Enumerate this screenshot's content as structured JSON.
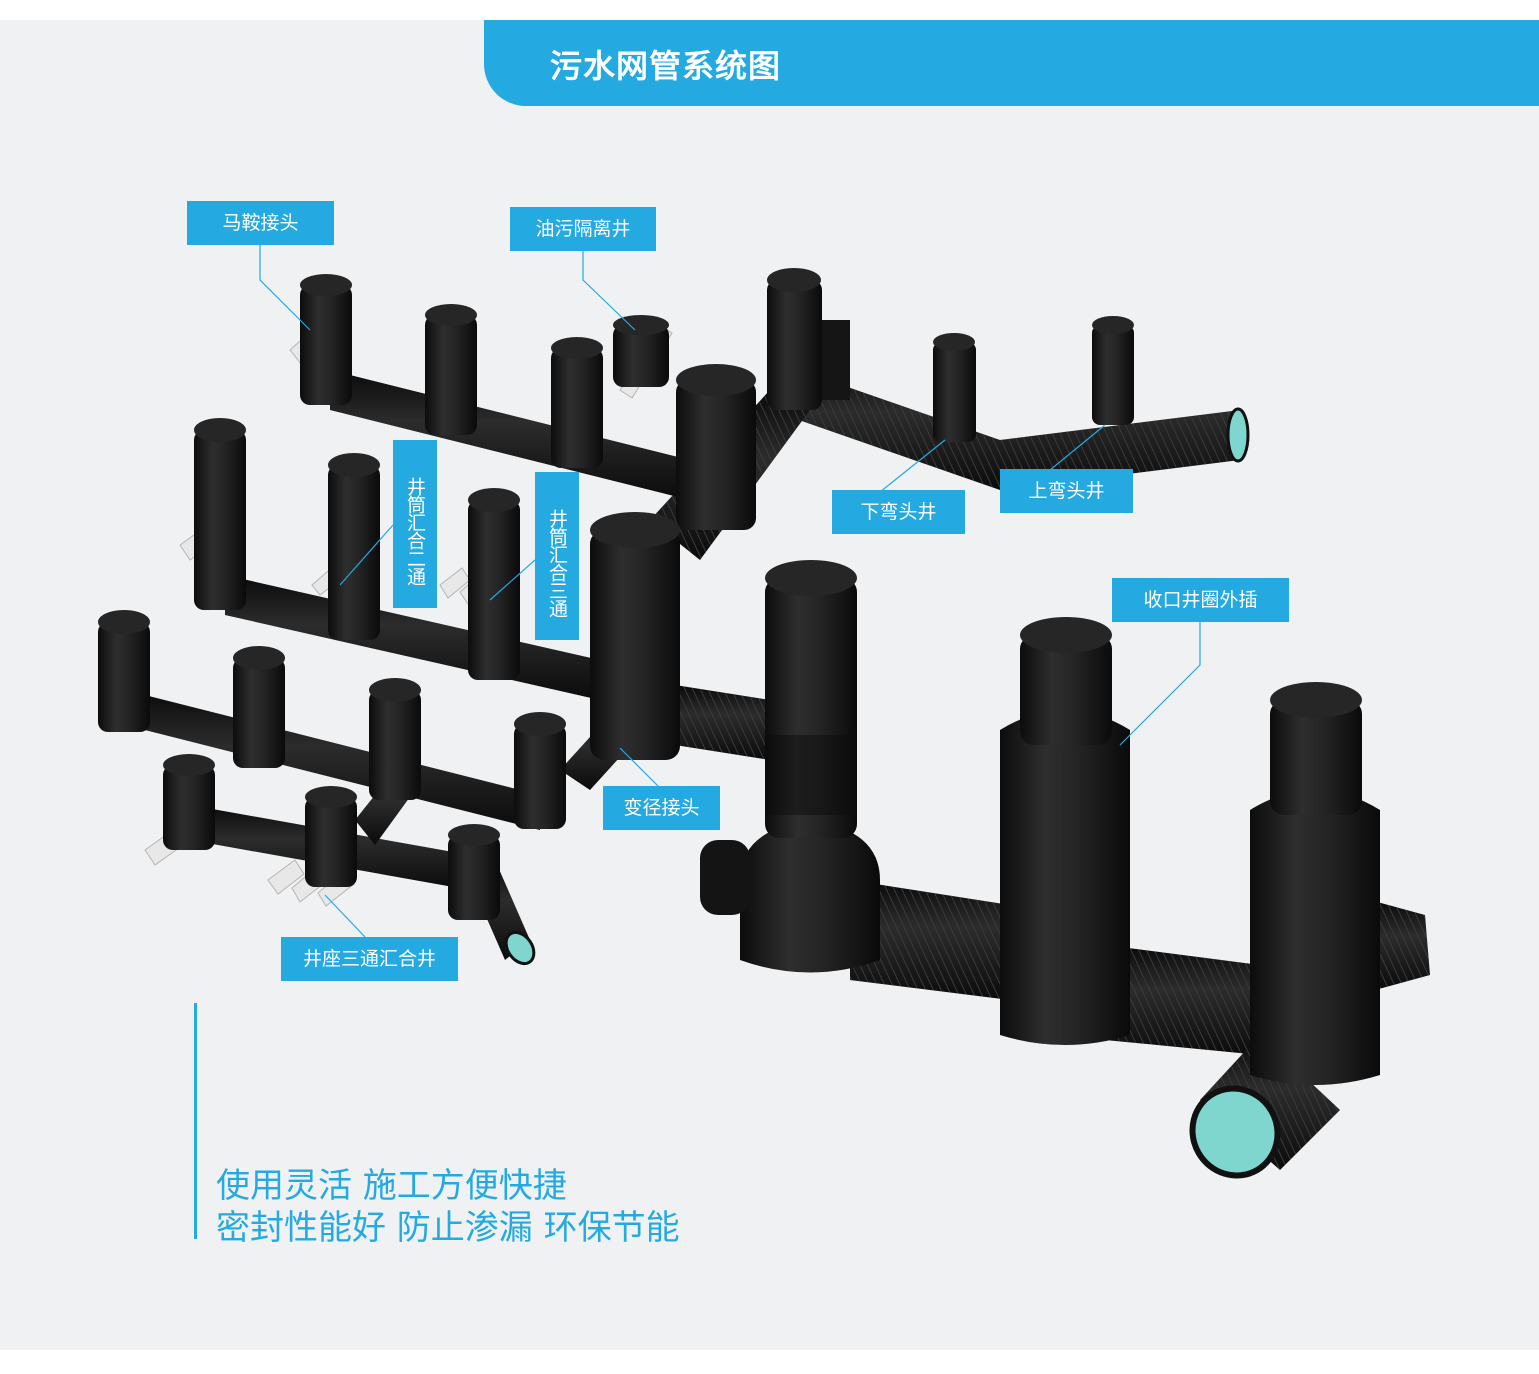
{
  "title": "污水网管系统图",
  "labels": {
    "saddle": "马鞍接头",
    "grease": "油污隔离井",
    "two_way": "井筒汇合二通",
    "three_way": "井筒汇合三通",
    "down_elbow": "下弯头井",
    "up_elbow": "上弯头井",
    "ring": "收口井圈外插",
    "reducer": "变径接头",
    "seat_tee": "井座三通汇合井"
  },
  "slogans": [
    "使用灵活 施工方便快捷",
    "密封性能好 防止渗漏 环保节能"
  ],
  "colors": {
    "accent": "#24aae1",
    "background": "#eff1f3",
    "pipe": "#1b1b1b",
    "pipe_opening": "#7fd6cf",
    "stub": "#e8e8e8"
  }
}
